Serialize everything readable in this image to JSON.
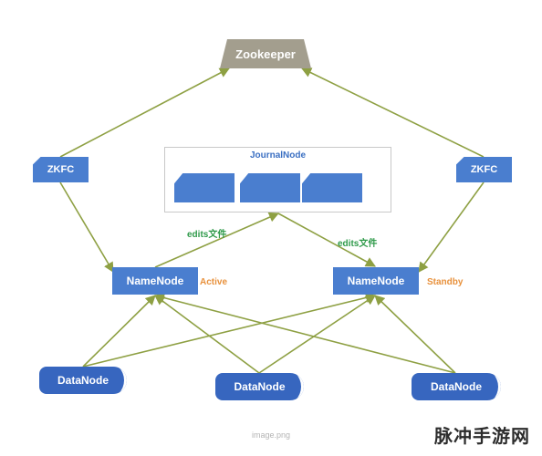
{
  "zookeeper": {
    "label": "Zookeeper"
  },
  "zkfc": {
    "left_label": "ZKFC",
    "right_label": "ZKFC"
  },
  "journal": {
    "title": "JournalNode"
  },
  "namenodes": {
    "active": {
      "label": "NameNode",
      "role": "Active"
    },
    "standby": {
      "label": "NameNode",
      "role": "Standby"
    }
  },
  "edits": {
    "left": "edits文件",
    "right": "edits文件"
  },
  "datanodes": {
    "first": "DataNode",
    "second": "DataNode",
    "third": "DataNode"
  },
  "caption": "image.png",
  "watermark": "脉冲手游网",
  "colors": {
    "node_blue": "#4a7ecf",
    "datanode_blue": "#3766bf",
    "zookeeper_gray": "#a39e8e",
    "arrow_olive": "#8ea043",
    "role_orange": "#e8913c",
    "edits_green": "#2f9a4a"
  }
}
